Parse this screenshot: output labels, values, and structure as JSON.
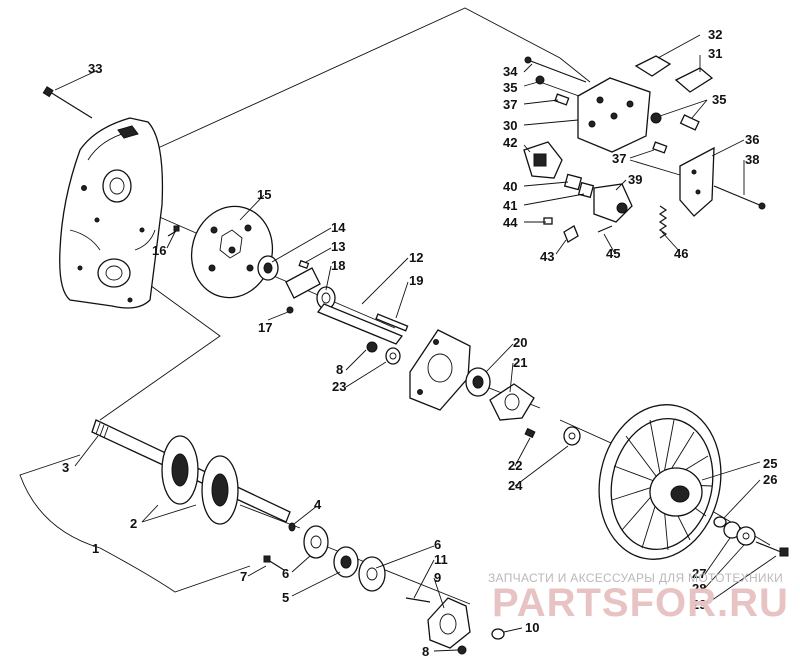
{
  "diagram": {
    "callouts": [
      "1",
      "2",
      "3",
      "4",
      "5",
      "6",
      "6",
      "7",
      "8",
      "8",
      "9",
      "10",
      "11",
      "12",
      "13",
      "14",
      "15",
      "16",
      "17",
      "18",
      "19",
      "20",
      "21",
      "22",
      "23",
      "24",
      "25",
      "26",
      "27",
      "28",
      "29",
      "30",
      "31",
      "32",
      "33",
      "34",
      "35",
      "35",
      "36",
      "37",
      "37",
      "38",
      "39",
      "40",
      "41",
      "42",
      "43",
      "44",
      "45",
      "46"
    ]
  },
  "watermark": {
    "caption": "ЗАПЧАСТИ И АКСЕССУАРЫ ДЛЯ МОТОТЕХНИКИ",
    "logo": "PARTSFOR.RU"
  }
}
